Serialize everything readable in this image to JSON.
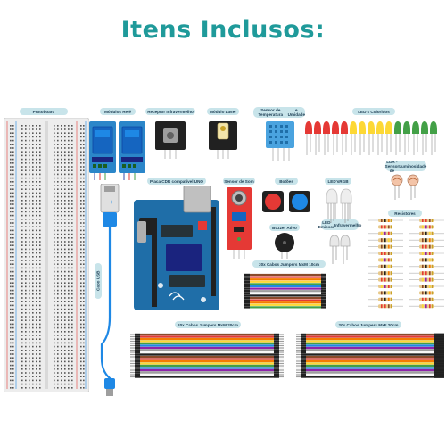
{
  "title": "Itens Inclusos:",
  "labels": {
    "protoboard": "Protoboard",
    "modulos_rele": "Módulos Relé",
    "receptor_ir": "Receptor Infravermelho",
    "modulo_laser": "Módulo Laser",
    "sensor_temp_line1": "Sensor de Temperatura",
    "sensor_temp_line2": "e Umidade",
    "leds_coloridos": "LED's Coloridos",
    "placa_cdr": "Placa CDR compatível UNO",
    "sensor_som": "Sensor de Som",
    "botoes": "Botões",
    "led_rgb": "LED'sRGB",
    "ldr_line1": "LDR - Sensor de",
    "ldr_line2": "Luminosidade",
    "buzzer": "Buzzer Ativo",
    "led_ir_line1": "LED Emissor",
    "led_ir_line2": "Infravermelho",
    "resistores": "Resistores",
    "jumpers_mm_10": "30x Cabos Jumpers MxM 10cm",
    "cabo_usb": "Cabo USB",
    "jumpers_mm_20": "20x Cabos Jumpers MxM 20cm",
    "jumpers_mf_20": "20x Cabos Jumpers MxF 20cm"
  },
  "colors": {
    "title": "#1f9a9a",
    "label_bg": "#c8e4ea",
    "label_text": "#1e3f55",
    "board_blue": "#1f6ea8",
    "relay_blue": "#2b86c9",
    "wire_colors": [
      "#8b4a2b",
      "#e53935",
      "#f57c00",
      "#fdd835",
      "#43a047",
      "#1e88e5",
      "#8e24aa",
      "#9e9e9e",
      "#fafafa",
      "#212121"
    ],
    "led_colors": [
      "#e53935",
      "#e53935",
      "#e53935",
      "#e53935",
      "#e53935",
      "#fdd835",
      "#fdd835",
      "#fdd835",
      "#fdd835",
      "#fdd835",
      "#43a047",
      "#43a047",
      "#43a047",
      "#43a047",
      "#43a047"
    ]
  },
  "icons": {
    "protoboard": "breadboard-icon",
    "relay": "relay-module-icon",
    "ir_receiver": "ir-receiver-icon",
    "laser": "laser-module-icon",
    "dht": "dht-sensor-icon",
    "board": "uno-board-icon",
    "usb": "usb-cable-icon"
  }
}
